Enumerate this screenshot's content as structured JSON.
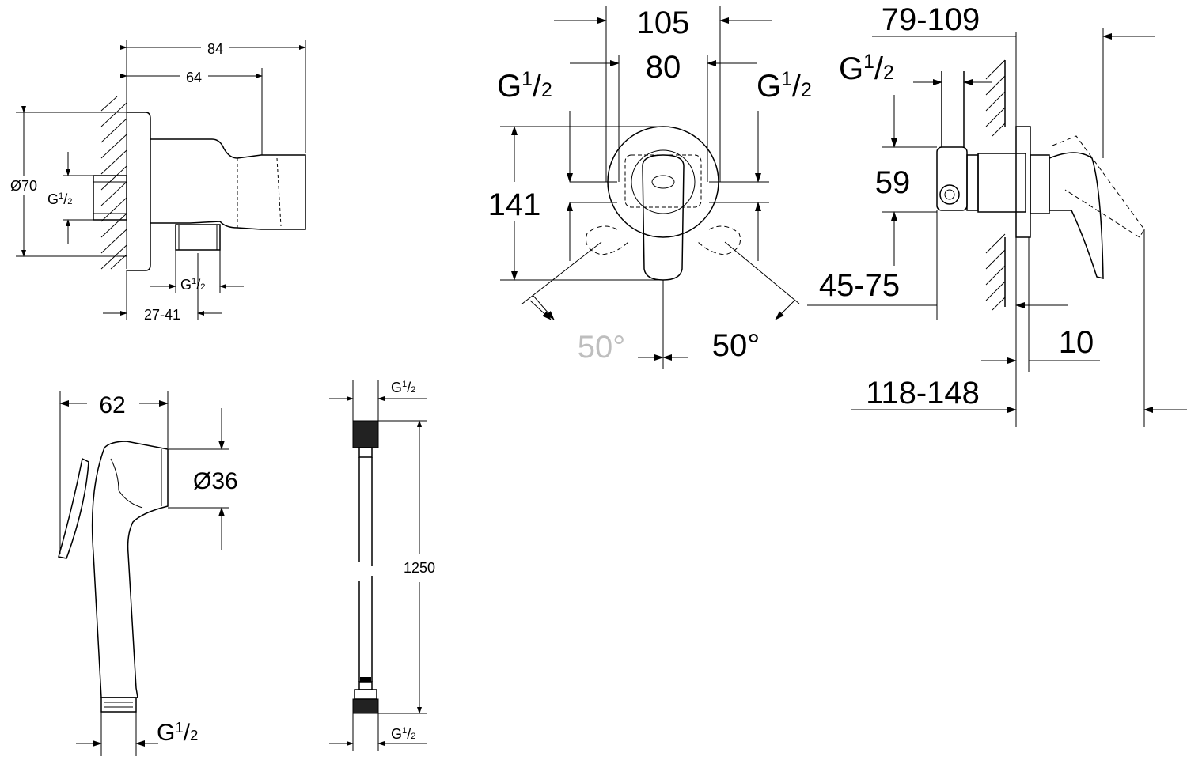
{
  "wall_bracket": {
    "dim_width_total": "84",
    "dim_width_inner": "64",
    "dim_diameter": "Ø70",
    "thread_inlet": "G",
    "thread_outlet": "G",
    "dim_projection": "27-41"
  },
  "front_view": {
    "dim_top_outer": "105",
    "dim_top_inner": "80",
    "thread_left": "G",
    "thread_right": "G",
    "dim_height": "141",
    "angle_left": "50°",
    "angle_right": "50°"
  },
  "side_view": {
    "dim_depth_range": "79-109",
    "thread": "G",
    "dim_height": "59",
    "dim_offset": "45-75",
    "dim_wall": "10",
    "dim_total_depth": "118-148"
  },
  "handshower": {
    "dim_width": "62",
    "dim_diameter": "Ø36",
    "thread": "G"
  },
  "hose": {
    "thread_top": "G",
    "thread_bottom": "G",
    "dim_length": "1250"
  },
  "fraction": {
    "numerator": "1",
    "denominator": "2"
  }
}
